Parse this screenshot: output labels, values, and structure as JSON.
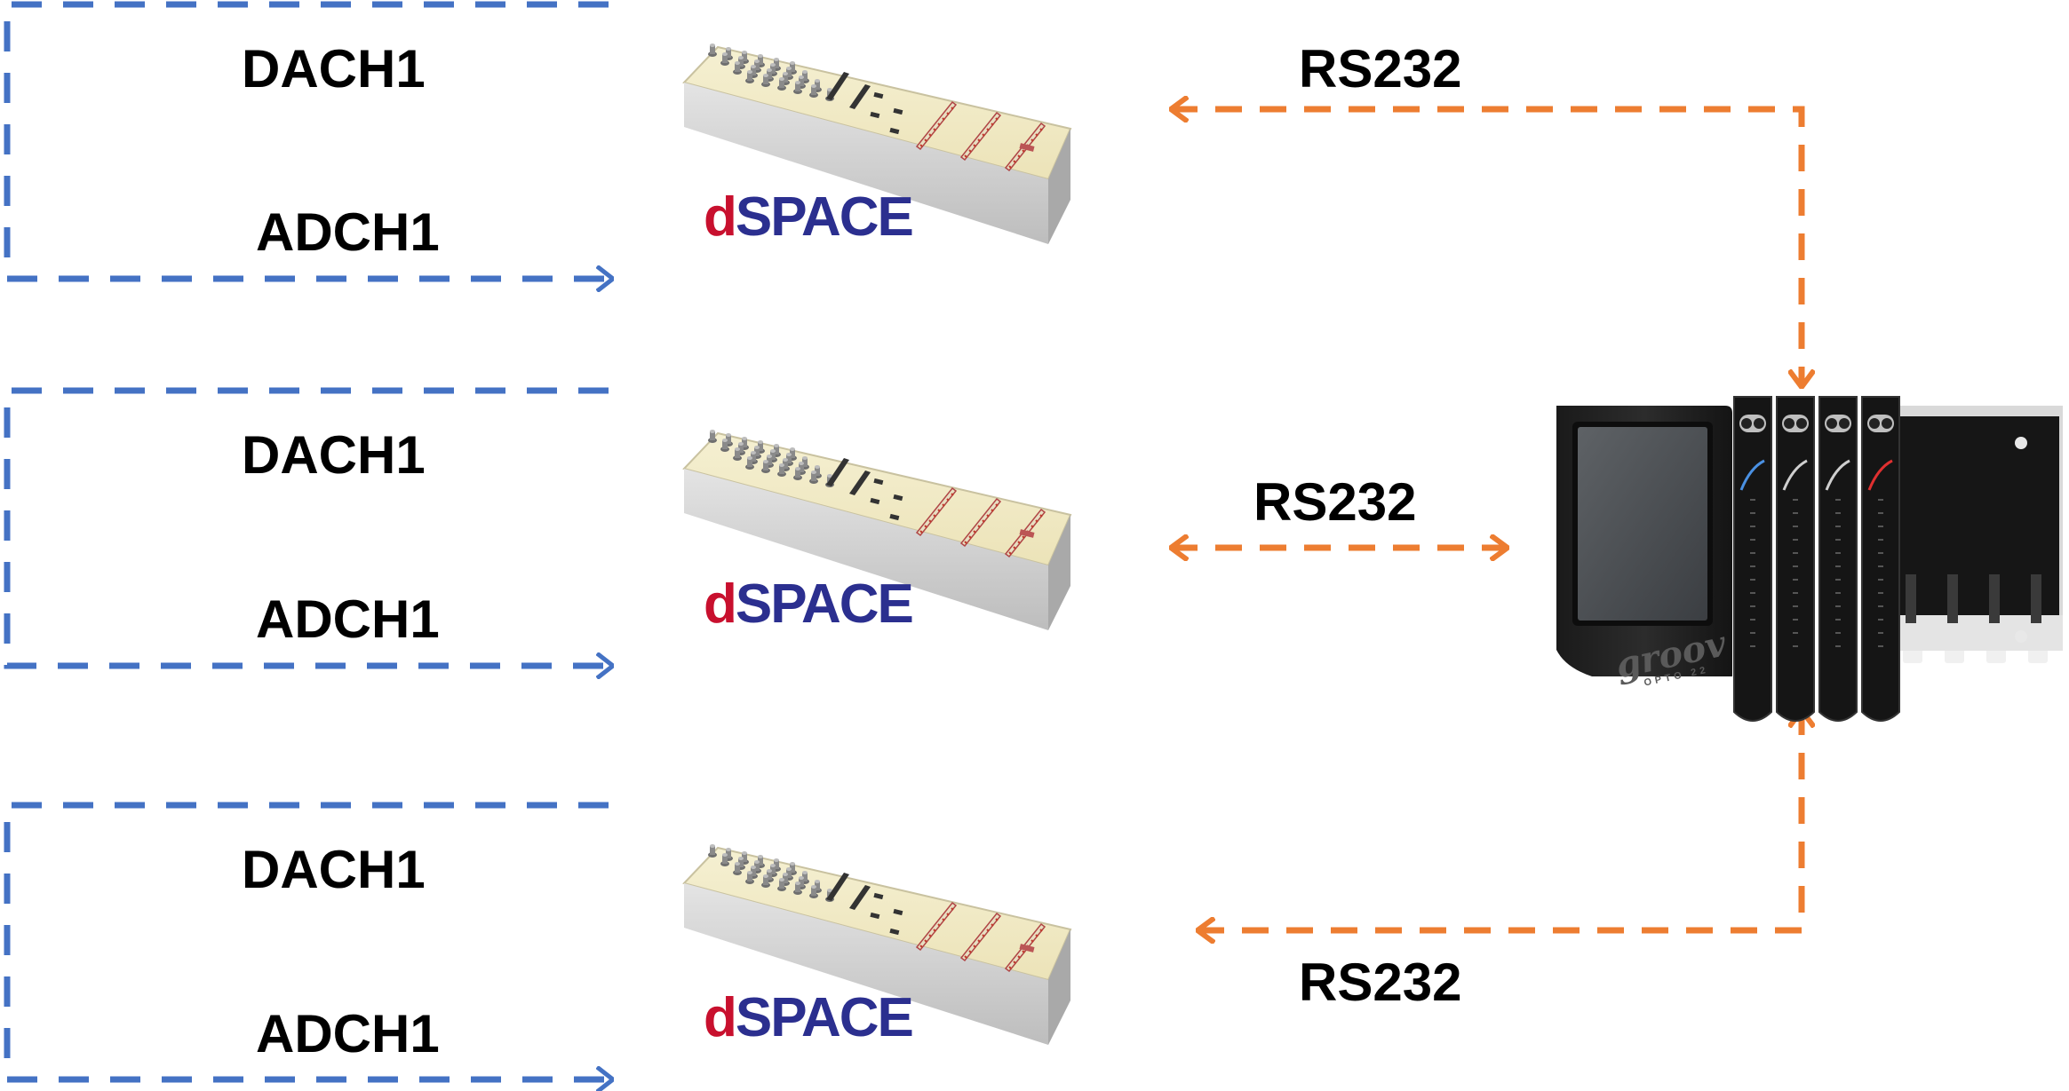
{
  "colors": {
    "analog_link": "#4472c4",
    "serial_link": "#ed7d31",
    "brand_d": "#c8102e",
    "brand_space": "#2b2f8f"
  },
  "nodes": [
    {
      "dac_label": "DACH1",
      "adc_label": "ADCH1",
      "brand_d": "d",
      "brand_rest": "SPACE"
    },
    {
      "dac_label": "DACH1",
      "adc_label": "ADCH1",
      "brand_d": "d",
      "brand_rest": "SPACE"
    },
    {
      "dac_label": "DACH1",
      "adc_label": "ADCH1",
      "brand_d": "d",
      "brand_rest": "SPACE"
    }
  ],
  "links": {
    "top": "RS232",
    "middle": "RS232",
    "bottom": "RS232"
  },
  "controller": {
    "brand": "groov",
    "sub": "OPTO 22"
  }
}
